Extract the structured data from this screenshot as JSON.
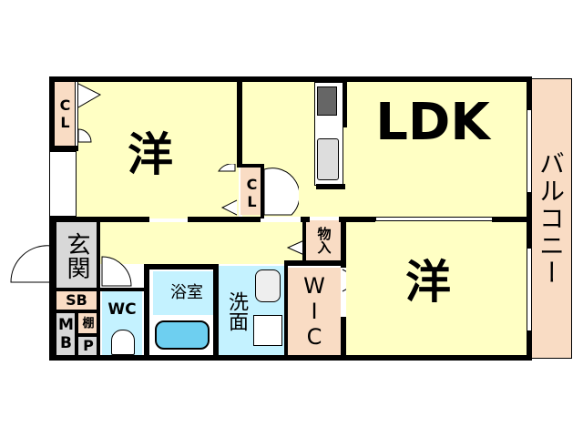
{
  "floor_plan": {
    "rooms": {
      "western_room_1": {
        "label": "洋"
      },
      "ldk": {
        "label": "LDK"
      },
      "western_room_2": {
        "label": "洋"
      },
      "closet_1": {
        "label": "CL"
      },
      "closet_2": {
        "label": "CL"
      },
      "entrance": {
        "label": "玄関"
      },
      "shoe_box": {
        "label": "SB"
      },
      "meter_box": {
        "label": "MB"
      },
      "shelf": {
        "label": "棚"
      },
      "pipe_space": {
        "label": "P"
      },
      "toilet": {
        "label": "WC"
      },
      "bathroom": {
        "label": "浴室"
      },
      "washroom": {
        "label": "洗面"
      },
      "storage": {
        "label": "物入"
      },
      "walk_in_closet": {
        "label": "WIC"
      },
      "balcony": {
        "label": "バルコニー"
      }
    },
    "colors": {
      "room": "#ffffc4",
      "storage": "#f9dcc4",
      "wet": "#c4f2ff",
      "entrance": "#d8d8d8",
      "wall": "#000000"
    }
  }
}
